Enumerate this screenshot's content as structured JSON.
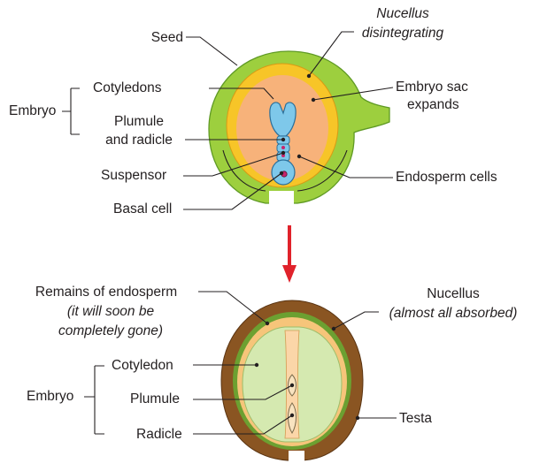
{
  "colors": {
    "seed_coat_green": "#9dcf3e",
    "nucellus_yellow": "#f7c528",
    "embryo_sac_orange": "#f7b27a",
    "embryo_blue": "#7ec8ea",
    "basal_cell_nucleus": "#c8246c",
    "arrow_red": "#e0222b",
    "testa_brown": "#8a5522",
    "cotyledon_green": "#d5e9b0"
  },
  "top_diagram": {
    "labels": {
      "seed": "Seed",
      "nucellus_line1": "Nucellus",
      "nucellus_line2": "disintegrating",
      "embryo": "Embryo",
      "cotyledons": "Cotyledons",
      "plumule_line1": "Plumule",
      "plumule_line2": "and radicle",
      "suspensor": "Suspensor",
      "basal_cell": "Basal cell",
      "embryo_sac_line1": "Embryo sac",
      "embryo_sac_line2": "expands",
      "endosperm_cells": "Endosperm cells"
    }
  },
  "bottom_diagram": {
    "labels": {
      "remains_line1": "Remains of endosperm",
      "remains_line2": "(it will soon be",
      "remains_line3": "completely gone)",
      "nucellus_line1": "Nucellus",
      "nucellus_line2": "(almost all absorbed)",
      "embryo": "Embryo",
      "cotyledon": "Cotyledon",
      "plumule": "Plumule",
      "radicle": "Radicle",
      "testa": "Testa"
    }
  }
}
